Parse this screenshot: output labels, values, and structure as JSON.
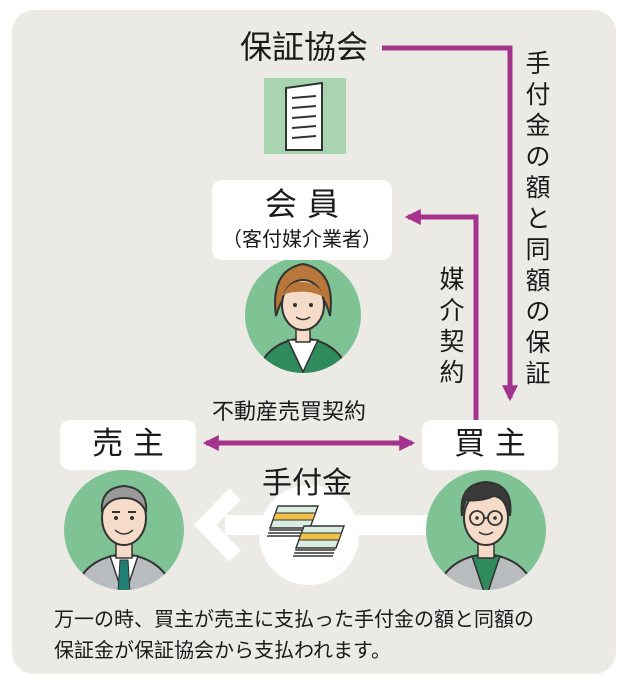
{
  "title_association": "保証協会",
  "member_title": "会 員",
  "member_subtitle": "（客付媒介業者）",
  "seller_label": "売 主",
  "buyer_label": "買 主",
  "contract_label": "不動産売買契約",
  "deposit_label": "手付金",
  "brokerage_label": "媒介契約",
  "guarantee_label": "手付金の額と同額の保証",
  "caption_line1": "万一の時、買主が売主に支払った手付金の額と同額の",
  "caption_line2": "保証金が保証協会から支払われます。",
  "colors": {
    "arrow": "#a3338c",
    "background": "#eceae5",
    "person_circle": "#7fc294",
    "building_bg": "#a8d5b0",
    "flow_arrow": "#ffffff"
  }
}
